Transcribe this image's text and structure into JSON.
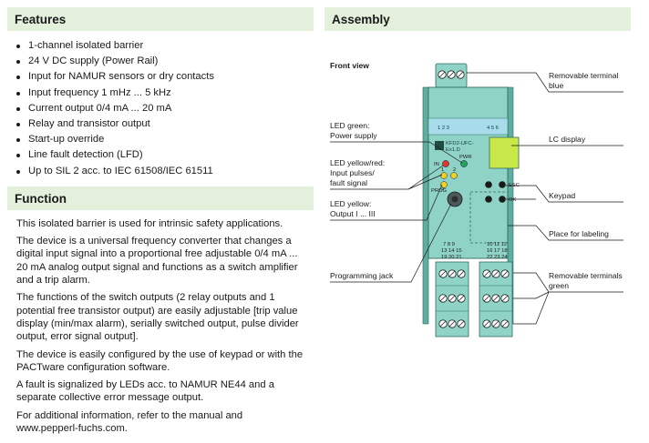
{
  "features": {
    "title": "Features",
    "items": [
      "1-channel isolated barrier",
      "24 V DC supply (Power Rail)",
      "Input for NAMUR sensors or dry contacts",
      "Input frequency 1 mHz ... 5 kHz",
      "Current output 0/4 mA ... 20 mA",
      "Relay and transistor output",
      "Start-up override",
      "Line fault detection (LFD)",
      "Up to SIL 2 acc. to IEC 61508/IEC 61511"
    ]
  },
  "function": {
    "title": "Function",
    "paragraphs": [
      "This isolated barrier is used for intrinsic safety applications.",
      "The device is a universal frequency converter that changes a digital input signal into a proportional free adjustable 0/4 mA ... 20 mA analog output signal and functions as a switch amplifier and a trip alarm.",
      "The functions of the switch outputs (2 relay outputs and 1 potential free transistor output) are easily adjustable [trip value display (min/max alarm), serially switched output, pulse divider output, error signal output].",
      "The device is easily configured by the use of keypad or with the PACTware configuration software.",
      "A fault is signalized by LEDs acc. to NAMUR NE44 and a separate collective error message output.",
      "For additional information, refer to the manual and www.pepperl-fuchs.com."
    ]
  },
  "assembly": {
    "title": "Assembly",
    "front_view": "Front view",
    "labels_left": {
      "led_green_1": "LED green:",
      "led_green_2": "Power supply",
      "led_yr_1": "LED yellow/red:",
      "led_yr_2": "Input pulses/",
      "led_yr_3": "fault signal",
      "led_y_1": "LED yellow:",
      "led_y_2": "Output I ... III",
      "prog_jack": "Programming jack"
    },
    "labels_right": {
      "term_blue_1": "Removable terminal",
      "term_blue_2": "blue",
      "lc_display": "LC display",
      "keypad": "Keypad",
      "labeling": "Place for labeling",
      "term_green_1": "Removable terminals",
      "term_green_2": "green"
    },
    "device": {
      "top_terminal_nums_left": "1  2  3",
      "top_terminal_nums_right": "4  5  6",
      "model_1": "KFD2-UFC-",
      "model_2": "Ex1.D",
      "pwr": "PWR",
      "led_1": "1",
      "led_2": "2",
      "led_3": "3",
      "led_in": "IN",
      "key_esc": "ESC",
      "key_ok": "OK",
      "prog_label": "PROG",
      "bl_row1": "7  8  9",
      "bl_row2": "13 14 15",
      "bl_row3": "19 20 21",
      "br_row1": "10 11 12",
      "br_row2": "16 17 18",
      "br_row3": "22 23 24"
    },
    "colors": {
      "housing": "#8fd3c6",
      "housing_dark": "#5fae9f",
      "top_band": "#a8dcea",
      "display": "#c8e84a",
      "green_led": "#23a65a",
      "yellow_led": "#f5d21e",
      "red_led": "#d63a2a"
    }
  }
}
